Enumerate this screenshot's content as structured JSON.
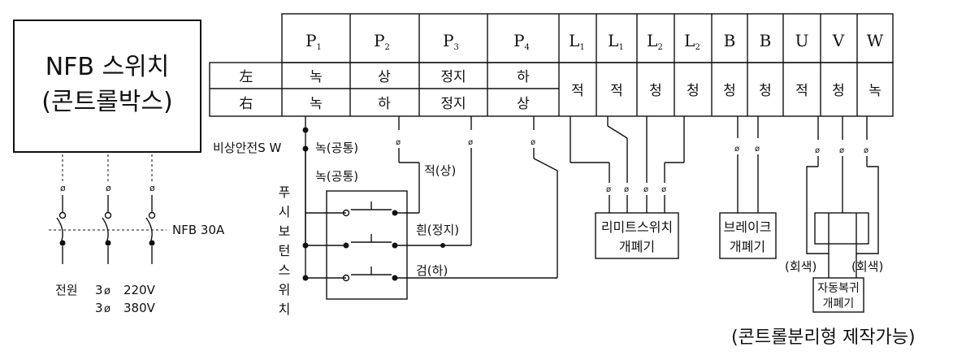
{
  "nfb_box": {
    "line1": "NFB 스위치",
    "line2": "(콘트롤박스)"
  },
  "nfb_label": "NFB 30A",
  "power": {
    "label": "전원",
    "phase": "3",
    "phase_symbol": "ø",
    "v1": "220V",
    "v2": "380V"
  },
  "table": {
    "headers": [
      {
        "main": "P",
        "sub": "1"
      },
      {
        "main": "P",
        "sub": "2"
      },
      {
        "main": "P",
        "sub": "3"
      },
      {
        "main": "P",
        "sub": "4"
      },
      {
        "main": "L",
        "sub": "1"
      },
      {
        "main": "L",
        "sub": "1"
      },
      {
        "main": "L",
        "sub": "2"
      },
      {
        "main": "L",
        "sub": "2"
      },
      {
        "main": "B",
        "sub": ""
      },
      {
        "main": "B",
        "sub": ""
      },
      {
        "main": "U",
        "sub": ""
      },
      {
        "main": "V",
        "sub": ""
      },
      {
        "main": "W",
        "sub": ""
      }
    ],
    "row_labels": [
      "左",
      "右"
    ],
    "p_rows": [
      [
        "녹",
        "상",
        "정지",
        "하"
      ],
      [
        "녹",
        "하",
        "정지",
        "상"
      ]
    ],
    "merged": [
      "적",
      "적",
      "청",
      "청",
      "청",
      "청",
      "적",
      "청",
      "녹"
    ]
  },
  "labels": {
    "emergency": "비상안전S W",
    "green_common_1": "녹(공통)",
    "green_common_2": "녹(공통)",
    "red_up": "적(상)",
    "white_stop": "흰(정지)",
    "black_down": "검(하)",
    "push_button": [
      "푸",
      "시",
      "보",
      "턴",
      "스",
      "위",
      "치"
    ],
    "limit_switch": [
      "리미트스위치",
      "개폐기"
    ],
    "brake": [
      "브레이크",
      "개폐기"
    ],
    "gray_left": "(회색)",
    "gray_right": "(회색)",
    "auto_return": [
      "자동복귀",
      "개폐기"
    ],
    "separate": "(콘트롤분리형 제작가능)"
  }
}
